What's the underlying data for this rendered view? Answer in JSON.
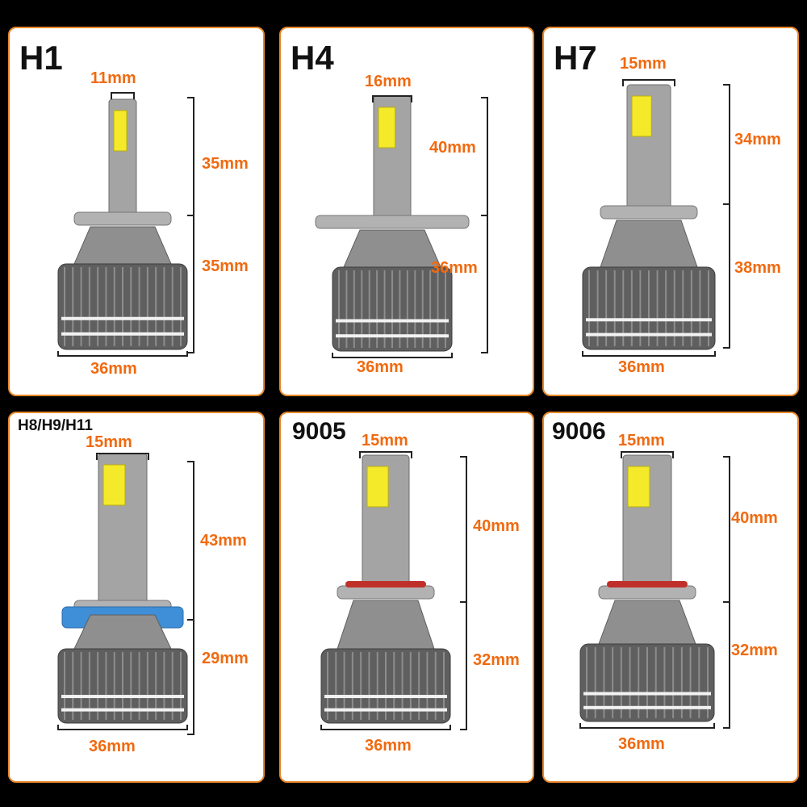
{
  "bulbs": [
    {
      "model": "H1",
      "top_width": "11mm",
      "upper_height": "35mm",
      "lower_height": "35mm",
      "base_width": "36mm",
      "collar": "plain",
      "collar_color": "#9a9a9a"
    },
    {
      "model": "H4",
      "top_width": "16mm",
      "upper_height": "40mm",
      "lower_height": "36mm",
      "base_width": "36mm",
      "collar": "flange",
      "collar_color": "#9a9a9a"
    },
    {
      "model": "H7",
      "top_width": "15mm",
      "upper_height": "34mm",
      "lower_height": "38mm",
      "base_width": "36mm",
      "collar": "plain",
      "collar_color": "#9a9a9a"
    },
    {
      "model": "H8/H9/H11",
      "top_width": "15mm",
      "upper_height": "43mm",
      "lower_height": "29mm",
      "base_width": "36mm",
      "collar": "blue-ring",
      "collar_color": "#3f8fd8"
    },
    {
      "model": "9005",
      "top_width": "15mm",
      "upper_height": "40mm",
      "lower_height": "32mm",
      "base_width": "36mm",
      "collar": "red-ring",
      "collar_color": "#c0302a"
    },
    {
      "model": "9006",
      "top_width": "15mm",
      "upper_height": "40mm",
      "lower_height": "32mm",
      "base_width": "36mm",
      "collar": "red-ring",
      "collar_color": "#c0302a"
    }
  ],
  "colors": {
    "accent": "#e8872a",
    "dimension_text": "#f06a10",
    "led_yellow": "#f4ea2a",
    "body_gray": "#8a8a8a"
  }
}
